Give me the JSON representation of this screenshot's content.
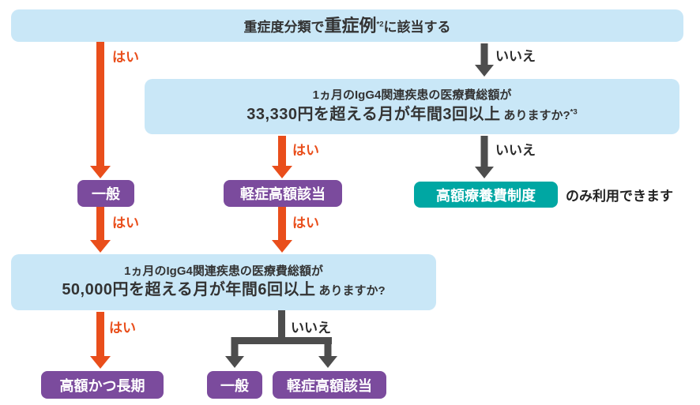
{
  "colors": {
    "box_blue": "#c9e7f7",
    "badge_purple": "#7b4b9d",
    "badge_teal": "#00a7a3",
    "arrow_red": "#e94e1b",
    "arrow_gray": "#4d4d4d",
    "text_dark": "#333333"
  },
  "edge_labels": {
    "yes": "はい",
    "no": "いいえ"
  },
  "nodes": {
    "q1": {
      "prefix": "重症度分類で",
      "emphasis": "重症例",
      "footnote": "*2",
      "suffix": "に該当する"
    },
    "q2": {
      "line1": "1ヵ月のIgG4関連疾患の医療費総額が",
      "emphasis": "33,330円を超える月が年間3回以上",
      "suffix": "ありますか?",
      "footnote": "*3"
    },
    "q3": {
      "line1": "1ヵ月のIgG4関連疾患の医療費総額が",
      "emphasis": "50,000円を超える月が年間6回以上",
      "suffix": "ありますか?"
    }
  },
  "badges": {
    "general_top": "一般",
    "mild_high_top": "軽症高額該当",
    "kogaku_ryoyo": "高額療養費制度",
    "kogaku_choki": "高額かつ長期",
    "general_bottom": "一般",
    "mild_high_bottom": "軽症高額該当"
  },
  "notes": {
    "only_use": "のみ利用できます"
  }
}
